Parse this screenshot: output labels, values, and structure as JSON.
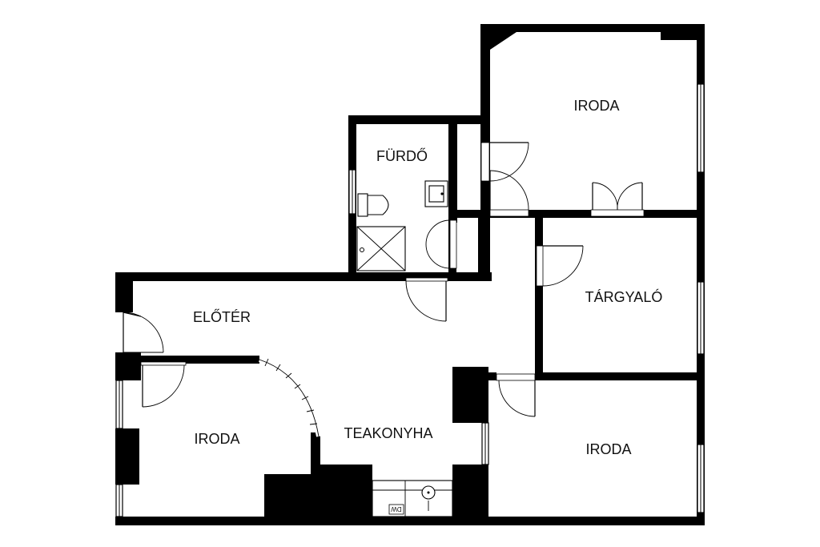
{
  "rooms": {
    "iroda_top": "IRODA",
    "furdo": "FÜRDŐ",
    "targyalo": "TÁRGYALÓ",
    "eloter": "ELŐTÉR",
    "teakonyha": "TEAKONYHA",
    "iroda_left": "IRODA",
    "iroda_right": "IRODA"
  },
  "fixtures": {
    "dishwasher": "DW"
  },
  "colors": {
    "wall": "#000000",
    "background": "#ffffff"
  }
}
